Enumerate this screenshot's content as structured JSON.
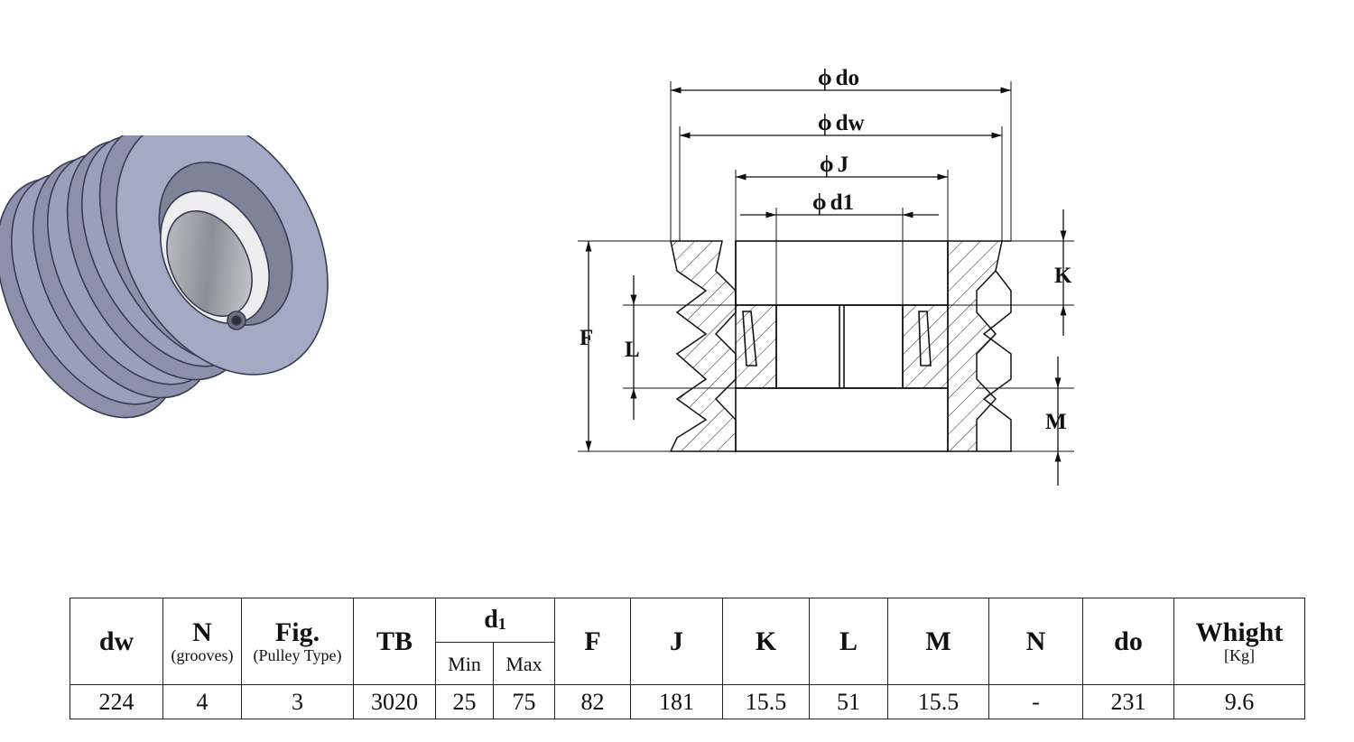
{
  "drawing": {
    "labels": {
      "do": "do",
      "dw": "dw",
      "J": "J",
      "d1": "d1",
      "K": "K",
      "F": "F",
      "L": "L",
      "M": "M"
    },
    "diameter_symbol": "ϕ"
  },
  "table": {
    "headers": {
      "dw": "dw",
      "N_grooves": {
        "main": "N",
        "sub": "(grooves)"
      },
      "fig": {
        "main": "Fig.",
        "sub": "(Pulley Type)"
      },
      "TB": "TB",
      "d1": {
        "main": "d",
        "sub": "1",
        "min": "Min",
        "max": "Max"
      },
      "F": "F",
      "J": "J",
      "K": "K",
      "L": "L",
      "M": "M",
      "N": "N",
      "do": "do",
      "weight": {
        "main": "Whight",
        "sub": "[Kg]"
      }
    },
    "row": {
      "dw": "224",
      "N_grooves": "4",
      "fig": "3",
      "TB": "3020",
      "d1_min": "25",
      "d1_max": "75",
      "F": "82",
      "J": "181",
      "K": "15.5",
      "L": "51",
      "M": "15.5",
      "N": "-",
      "do": "231",
      "weight": "9.6"
    }
  }
}
